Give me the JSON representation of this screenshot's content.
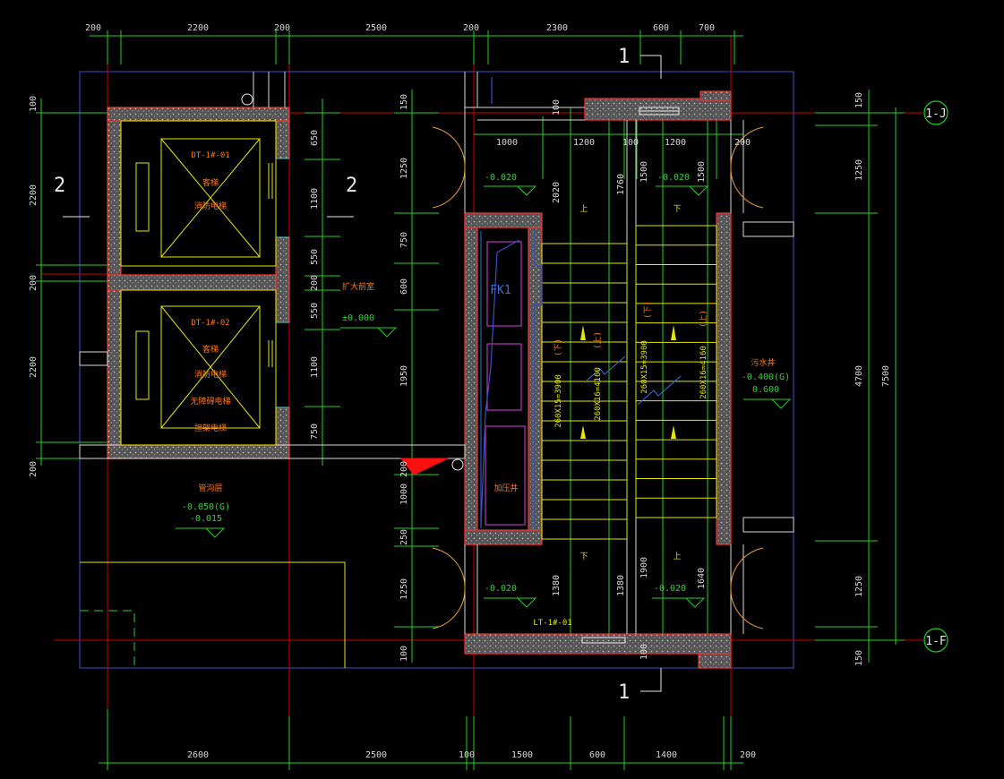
{
  "dims_top": [
    "200",
    "2200",
    "200",
    "2500",
    "200",
    "2300",
    "600",
    "700"
  ],
  "dims_bottom": [
    "2600",
    "2500",
    "100",
    "1500",
    "600",
    "1400",
    "200"
  ],
  "dims_right": [
    "150",
    "1250",
    "4700",
    "7500",
    "1250",
    "150"
  ],
  "dims_left": [
    "100",
    "2200",
    "200",
    "2200",
    "200"
  ],
  "dims_mid_left": [
    "650",
    "1100",
    "550",
    "200",
    "550",
    "1100",
    "750"
  ],
  "dims_mid_stair": [
    "150",
    "1250",
    "750",
    "600",
    "1950",
    "200",
    "1000",
    "250",
    "1250",
    "100"
  ],
  "dims_stair_top": [
    "1000",
    "1200",
    "100",
    "1200",
    "200"
  ],
  "dims_stair_v": [
    "100",
    "2020",
    "1760",
    "1500",
    "1500",
    "1380",
    "1380",
    "1900",
    "1640",
    "100"
  ],
  "section_marks": {
    "one_top": "1",
    "one_bottom": "1",
    "two_left": "2",
    "two_right": "2"
  },
  "axes": {
    "top": "1-J",
    "bottom": "1-F"
  },
  "rooms": {
    "elevator1_code": "DT-1#-01",
    "elevator1_l1": "客梯",
    "elevator1_l2": "消防电梯",
    "elevator2_code": "DT-1#-02",
    "elevator2_l1": "客梯",
    "elevator2_l2": "消防电梯",
    "elevator2_l3": "无障碍电梯",
    "elevator2_l4": "担架电梯",
    "lobby_name": "扩大前室",
    "lobby_level": "±0.000",
    "fk1": "FK1",
    "shaft": "加压井",
    "right_room": "污水井",
    "right_level1": "-0.400(G)",
    "right_level2": "0.600",
    "left_room": "管沟层",
    "left_level1": "-0.050(G)",
    "left_level2": "-0.015",
    "stair_code": "LT-1#-01"
  },
  "levels": [
    "-0.020",
    "-0.020",
    "-0.020",
    "-0.020"
  ],
  "stair": {
    "up1": "上",
    "down1": "下",
    "down2": "下",
    "up2": "上",
    "run1": "260X15=3900",
    "run2": "260X16=4160",
    "run3": "260X15=3900",
    "run4": "260X16=4160",
    "paren1": "(下)",
    "paren2": "(上)",
    "paren3": "(下)",
    "paren4": "(上)"
  },
  "colors": {
    "wall": "#ff3030",
    "hatch": "#8c8c8c",
    "axis": "#e00000",
    "dim": "#22d022",
    "stair": "#e6e600",
    "door": "#e8a030",
    "blue": "#3a50c8",
    "cyan": "#30c8d8",
    "magenta": "#e040e0",
    "label": "#ff7a1a"
  }
}
